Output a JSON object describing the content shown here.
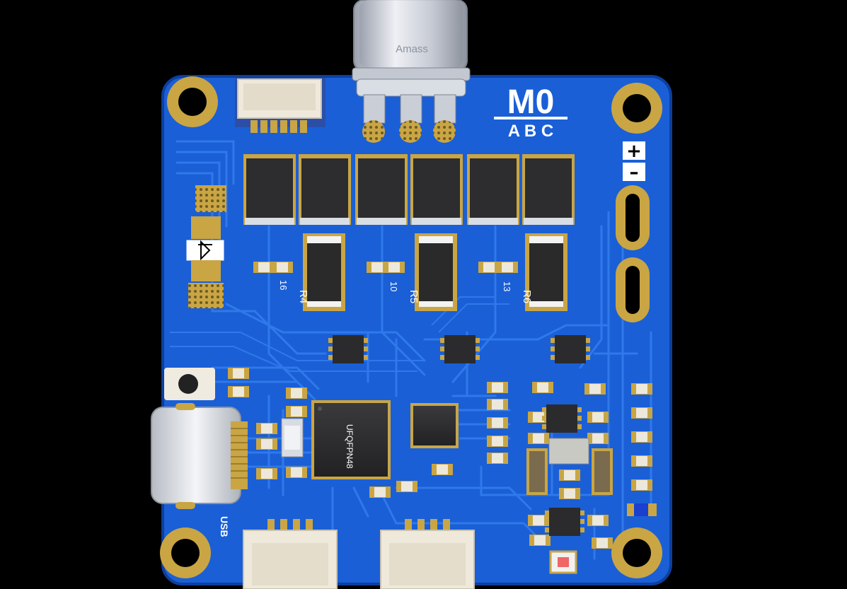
{
  "board": {
    "logo_title": "M0",
    "logo_subtitle": "A B C",
    "connector_brand": "Amass",
    "polarity_plus": "+",
    "polarity_minus": "–",
    "usb_label": "USB",
    "mcu_label": "UFQFPN48",
    "resistor_labels": [
      "R4",
      "R5",
      "R6"
    ],
    "small_labels": [
      "16",
      "10",
      "13"
    ]
  },
  "colors": {
    "board": "#1a5fd6",
    "board_dark": "#0f45ad",
    "trace": "#2f79ea",
    "pad_gold": "#c9a544",
    "chip": "#2a2a2a",
    "connector_white": "#f1ece0",
    "connector_grey": "#cfd3dc"
  }
}
